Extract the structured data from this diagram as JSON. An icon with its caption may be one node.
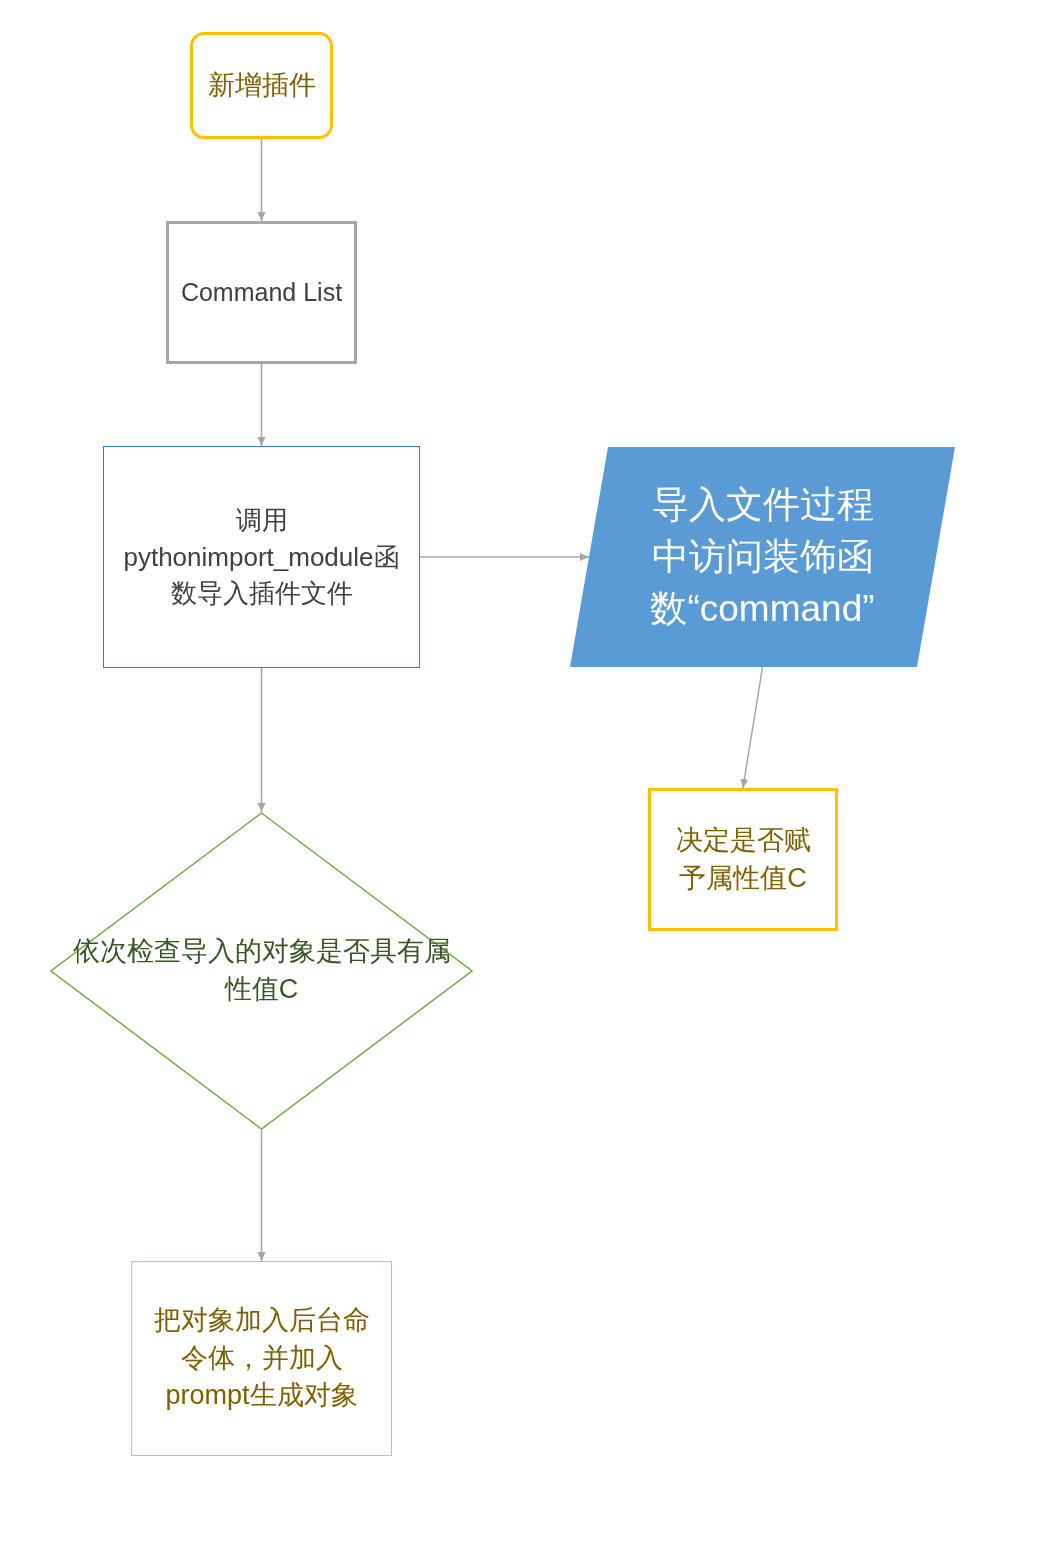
{
  "diagram": {
    "nodes": [
      {
        "text": [
          "新增插件"
        ]
      },
      {
        "text": [
          "Command List"
        ]
      },
      {
        "text": [
          "调用pythonimport_module函数导入插件文件"
        ]
      },
      {
        "text": [
          "导入文件过程中访问装饰函数“command”"
        ]
      },
      {
        "text": [
          "决定是否赋予属性值C"
        ]
      },
      {
        "text": [
          "依次检查导入的对象是否具有属性值C"
        ]
      },
      {
        "text": [
          "把对象加入后台命令体，并加入prompt生成对象"
        ]
      }
    ],
    "edges": [
      {
        "from": 0,
        "to": 1,
        "arrow": "to"
      },
      {
        "from": 1,
        "to": 2,
        "arrow": "to"
      },
      {
        "from": 2,
        "to": 3,
        "arrow": "to"
      },
      {
        "from": 3,
        "to": 4,
        "arrow": "to"
      },
      {
        "from": 2,
        "to": 5,
        "arrow": "to"
      },
      {
        "from": 5,
        "to": 6,
        "arrow": "to"
      }
    ]
  }
}
